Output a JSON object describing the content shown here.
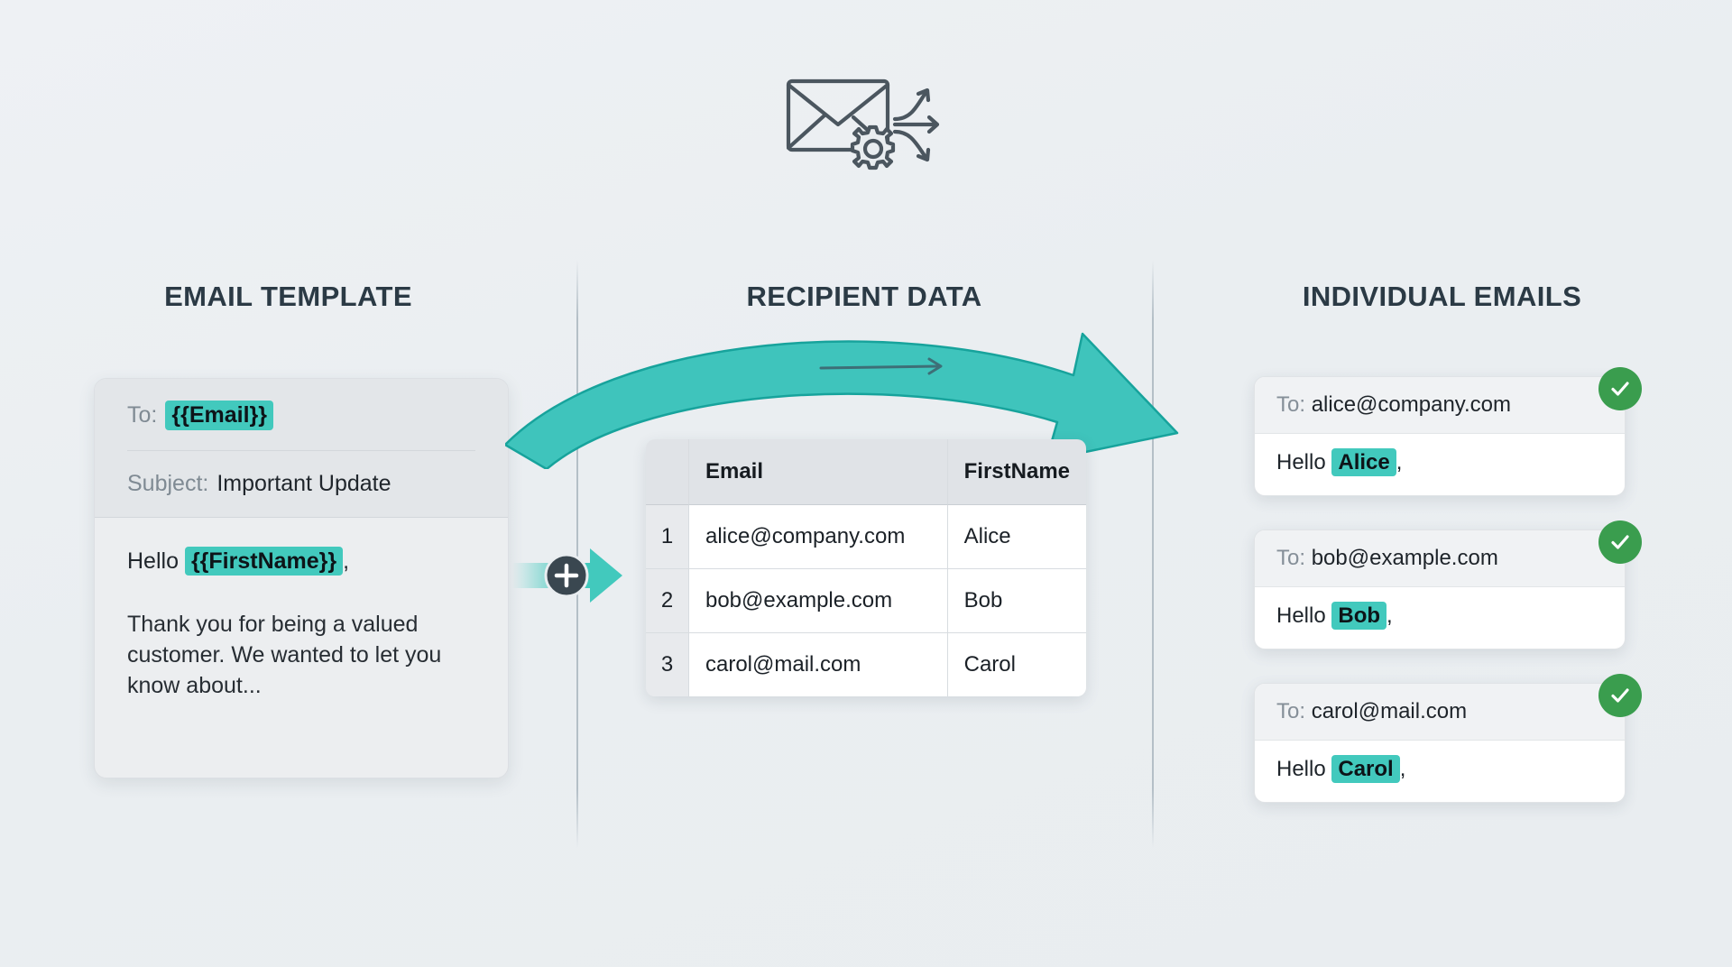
{
  "headings": {
    "template": "EMAIL TEMPLATE",
    "recipient": "RECIPIENT DATA",
    "emails": "INDIVIDUAL EMAILS"
  },
  "header_icon": {
    "envelope": "envelope-icon",
    "gear": "gear-icon",
    "split_arrows": "split-arrows-icon"
  },
  "template_card": {
    "to_label": "To:",
    "to_token": "{{Email}}",
    "subject_label": "Subject:",
    "subject_value": "Important Update",
    "greeting_prefix": "Hello",
    "greeting_token": "{{FirstName}}",
    "greeting_suffix": ",",
    "paragraph": "Thank you for being a valued customer. We wanted to let you know about..."
  },
  "connector": {
    "plus_symbol": "+",
    "icon": "plus-badge-icon",
    "arrow": "arrow-right-icon"
  },
  "recipient_table": {
    "columns": [
      "",
      "Email",
      "FirstName"
    ],
    "rows": [
      {
        "num": "1",
        "email": "alice@company.com",
        "first": "Alice"
      },
      {
        "num": "2",
        "email": "bob@example.com",
        "first": "Bob"
      },
      {
        "num": "3",
        "email": "carol@mail.com",
        "first": "Carol"
      }
    ]
  },
  "flow_arrow": {
    "icon": "curved-arrow-icon",
    "color": "#3fc4bc",
    "stroke": "#17a39c"
  },
  "email_cards": [
    {
      "to_label": "To:",
      "to_value": "alice@company.com",
      "greeting_prefix": "Hello",
      "name": "Alice",
      "greeting_suffix": ",",
      "status": "check-icon"
    },
    {
      "to_label": "To:",
      "to_value": "bob@example.com",
      "greeting_prefix": "Hello",
      "name": "Bob",
      "greeting_suffix": ",",
      "status": "check-icon"
    },
    {
      "to_label": "To:",
      "to_value": "carol@mail.com",
      "greeting_prefix": "Hello",
      "name": "Carol",
      "greeting_suffix": ",",
      "status": "check-icon"
    }
  ],
  "colors": {
    "accent_teal": "#42c9bd",
    "arrow_teal": "#3fc4bc",
    "success_green": "#3a9d4e",
    "heading": "#2b3a45",
    "background": "#eef1f4"
  }
}
